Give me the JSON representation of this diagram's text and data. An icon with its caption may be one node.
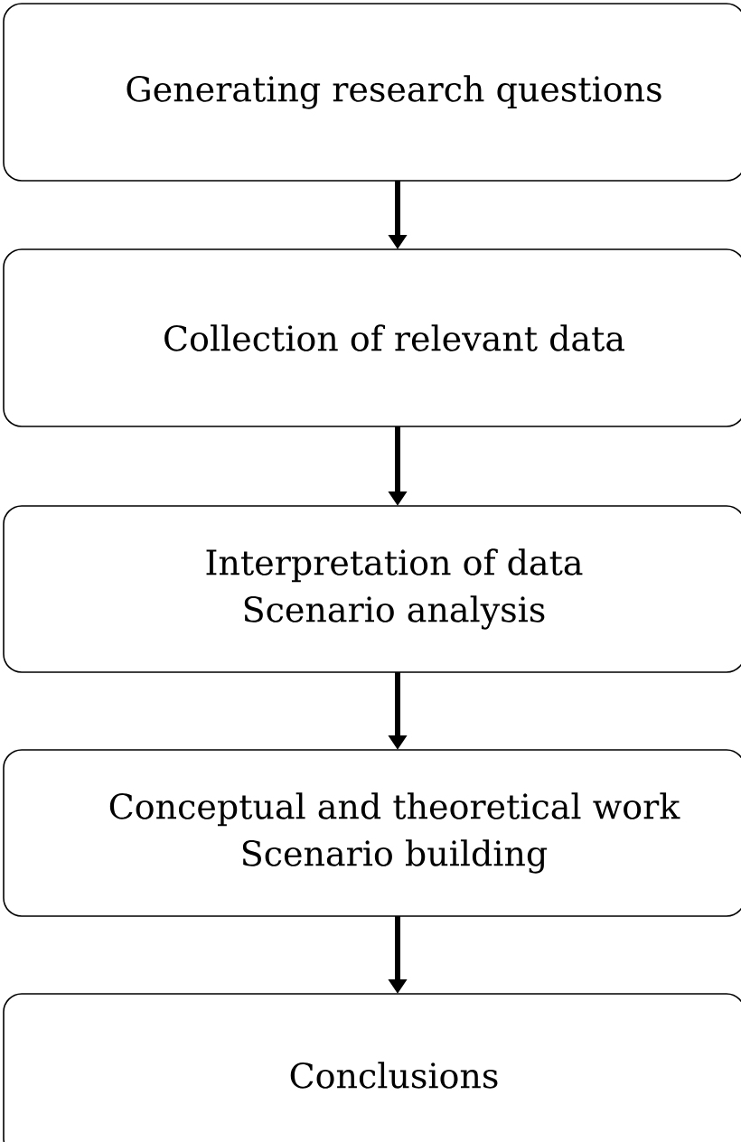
{
  "diagram": {
    "nodes": [
      {
        "text": [
          "Generating research questions"
        ]
      },
      {
        "text": [
          "Collection of relevant data"
        ]
      },
      {
        "text": [
          "Interpretation of data",
          "Scenario analysis"
        ]
      },
      {
        "text": [
          "Conceptual and theoretical work",
          "Scenario building"
        ]
      },
      {
        "text": [
          "Conclusions"
        ]
      }
    ],
    "edges": [
      {
        "from": 0,
        "to": 1,
        "arrow": "to"
      },
      {
        "from": 1,
        "to": 2,
        "arrow": "to"
      },
      {
        "from": 2,
        "to": 3,
        "arrow": "to"
      },
      {
        "from": 3,
        "to": 4,
        "arrow": "to"
      }
    ]
  }
}
